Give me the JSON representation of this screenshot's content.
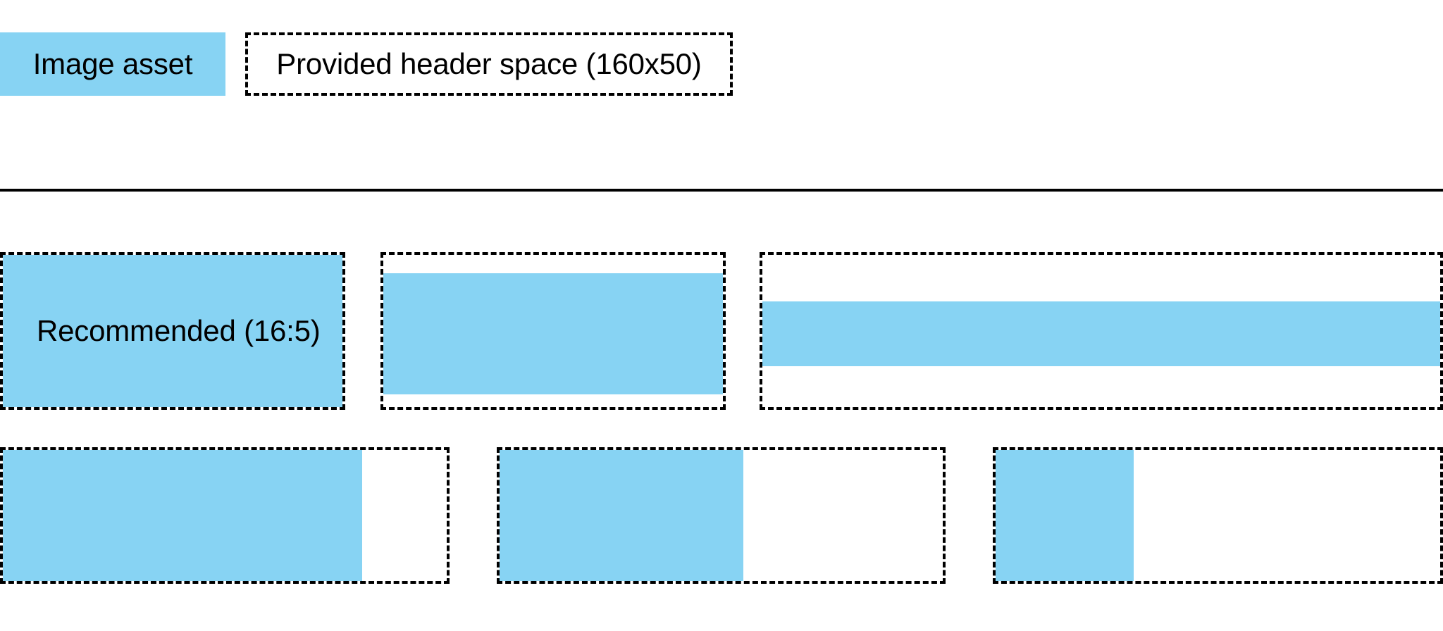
{
  "page": {
    "background": "#ffffff",
    "accent_fill": "#87d3f3",
    "outline_color": "#000000"
  },
  "header": {
    "legend_swatch": {
      "label": "Image asset",
      "fill": "#87d3f3",
      "style": "solid"
    },
    "legend_outline": {
      "label": "Provided header space (160x50)",
      "style": "dashed",
      "dimensions": "160x50"
    }
  },
  "divider": {
    "present": true
  },
  "ratio_row": {
    "cells": [
      {
        "name": "recommended",
        "label": "Recommended (16:5)",
        "ratio": "16:5",
        "fill_mode": "full-bleed"
      },
      {
        "name": "taller-asset",
        "label": "",
        "ratio": "",
        "fill_mode": "vertically-inset"
      },
      {
        "name": "wider-asset",
        "label": "",
        "ratio": "",
        "fill_mode": "letterboxed-band"
      }
    ]
  },
  "width_row": {
    "cells": [
      {
        "name": "width-81",
        "label": "",
        "fill_percent": 81
      },
      {
        "name": "width-55",
        "label": "",
        "fill_percent": 55
      },
      {
        "name": "width-31",
        "label": "",
        "fill_percent": 31
      }
    ]
  }
}
